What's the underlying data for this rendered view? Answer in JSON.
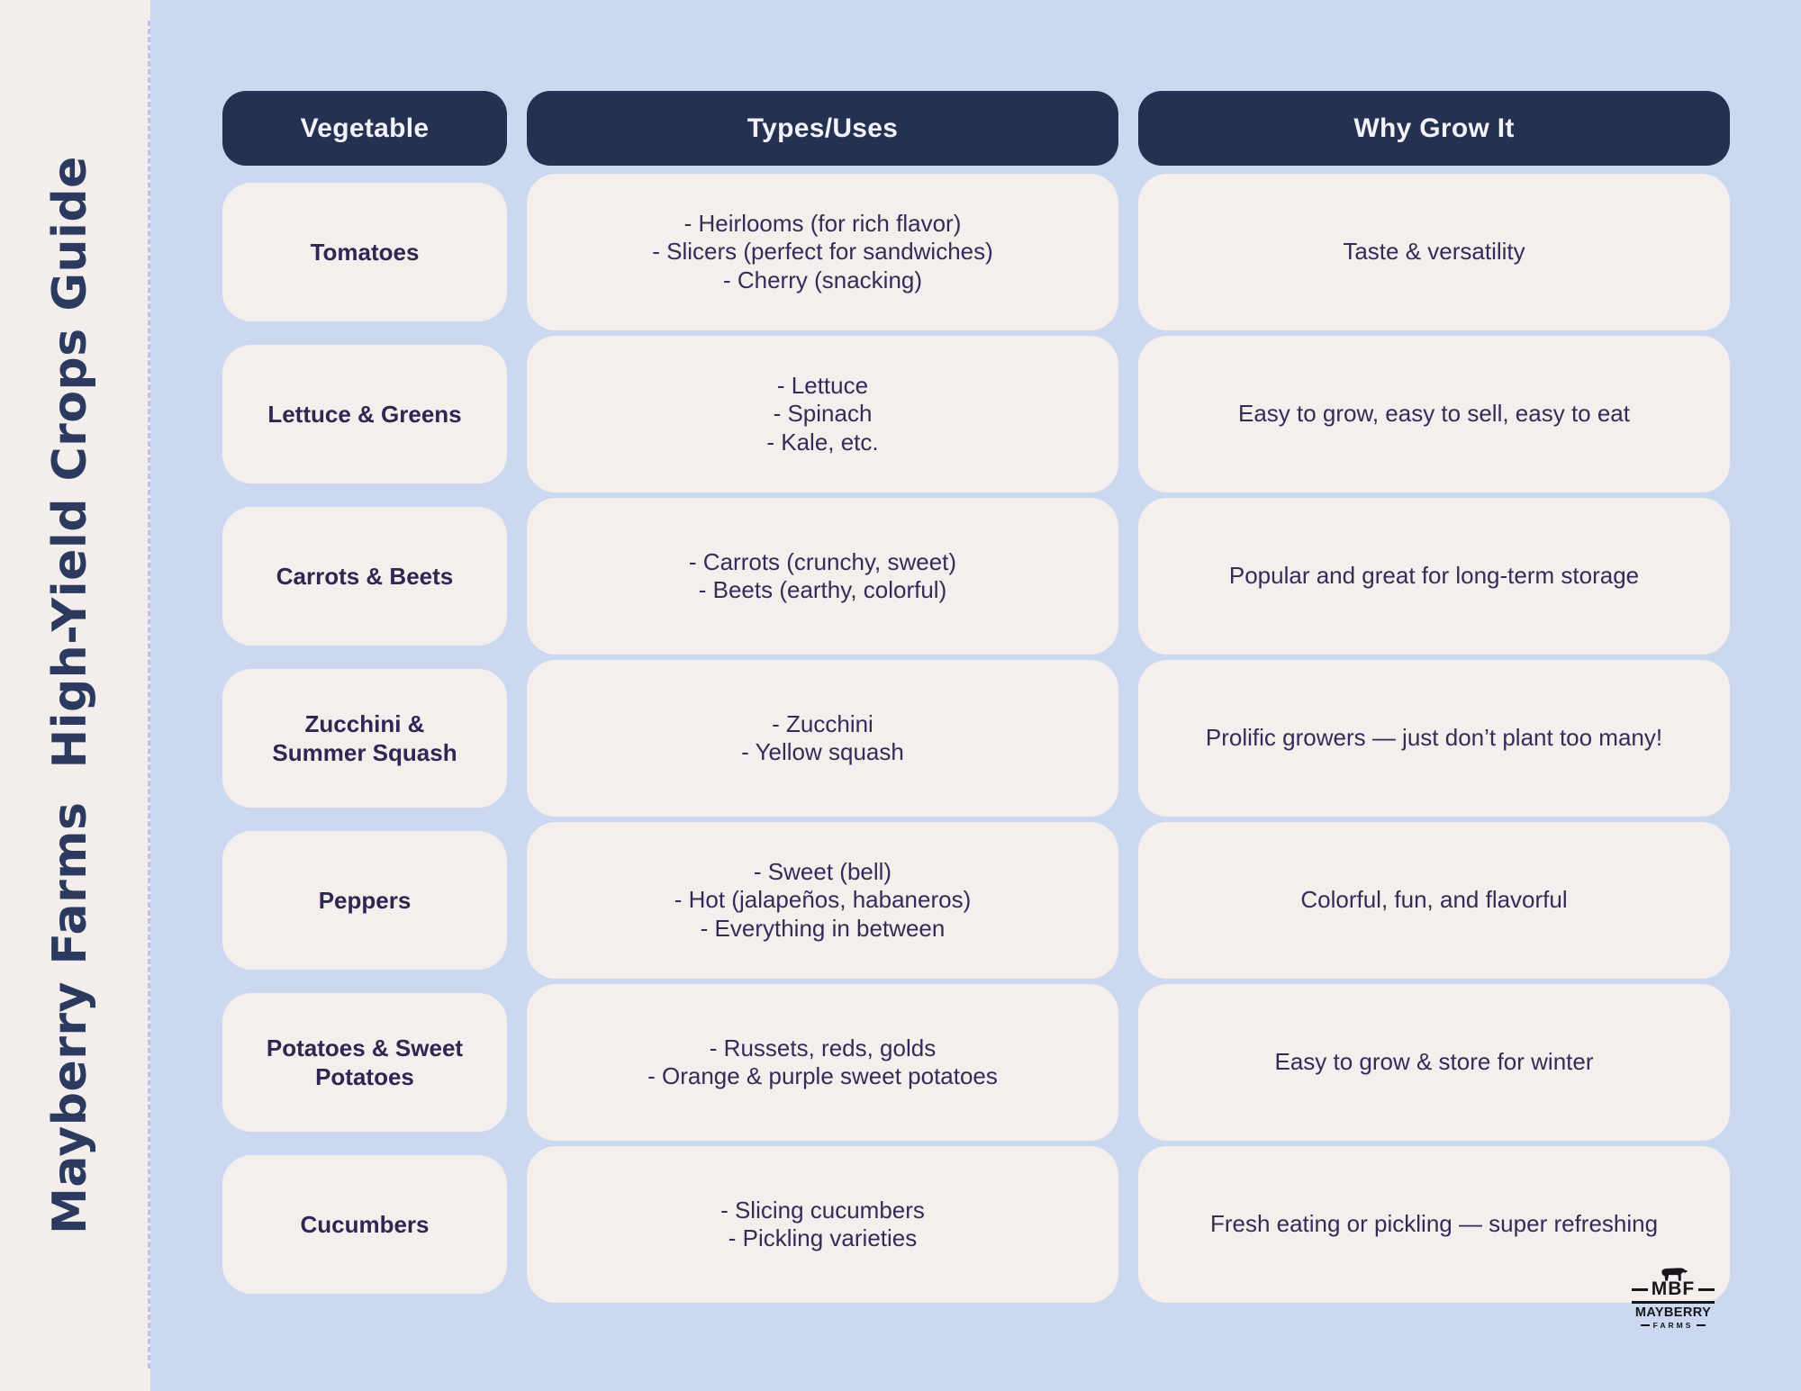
{
  "title": "Mayberry Farms  High-Yield Crops Guide",
  "colors": {
    "background_blue": "#ccd8f0",
    "sidebar_cream": "#f3eeec",
    "cell_cream": "#f4efec",
    "header_navy": "#253150",
    "title_navy": "#2b3a5e",
    "body_text": "#332c58",
    "dashed_divider": "#c4bdf0",
    "logo_dark": "#16171d"
  },
  "table": {
    "headers": [
      "Vegetable",
      "Types/Uses",
      "Why Grow It"
    ],
    "rows": [
      {
        "vegetable": "Tomatoes",
        "types": [
          "- Heirlooms (for rich flavor)",
          "- Slicers (perfect for sandwiches)",
          "- Cherry (snacking)"
        ],
        "why": "Taste & versatility"
      },
      {
        "vegetable": "Lettuce & Greens",
        "types": [
          "- Lettuce",
          "- Spinach",
          "- Kale, etc."
        ],
        "why": "Easy to grow, easy to sell, easy to eat"
      },
      {
        "vegetable": "Carrots & Beets",
        "types": [
          "- Carrots (crunchy, sweet)",
          "- Beets (earthy, colorful)"
        ],
        "why": "Popular and great for long-term storage"
      },
      {
        "vegetable": "Zucchini &\nSummer Squash",
        "types": [
          "- Zucchini",
          "- Yellow squash"
        ],
        "why": "Prolific growers — just don’t plant too many!"
      },
      {
        "vegetable": "Peppers",
        "types": [
          "- Sweet (bell)",
          "- Hot (jalapeños, habaneros)",
          "- Everything in between"
        ],
        "why": "Colorful, fun, and flavorful"
      },
      {
        "vegetable": "Potatoes & Sweet\nPotatoes",
        "types": [
          "- Russets, reds, golds",
          "- Orange & purple sweet potatoes"
        ],
        "why": "Easy to grow & store for winter"
      },
      {
        "vegetable": "Cucumbers",
        "types": [
          "- Slicing cucumbers",
          "- Pickling varieties"
        ],
        "why": "Fresh eating or pickling — super refreshing"
      }
    ]
  },
  "logo": {
    "monogram": "MBF",
    "name": "MAYBERRY",
    "subname": "FARMS"
  }
}
